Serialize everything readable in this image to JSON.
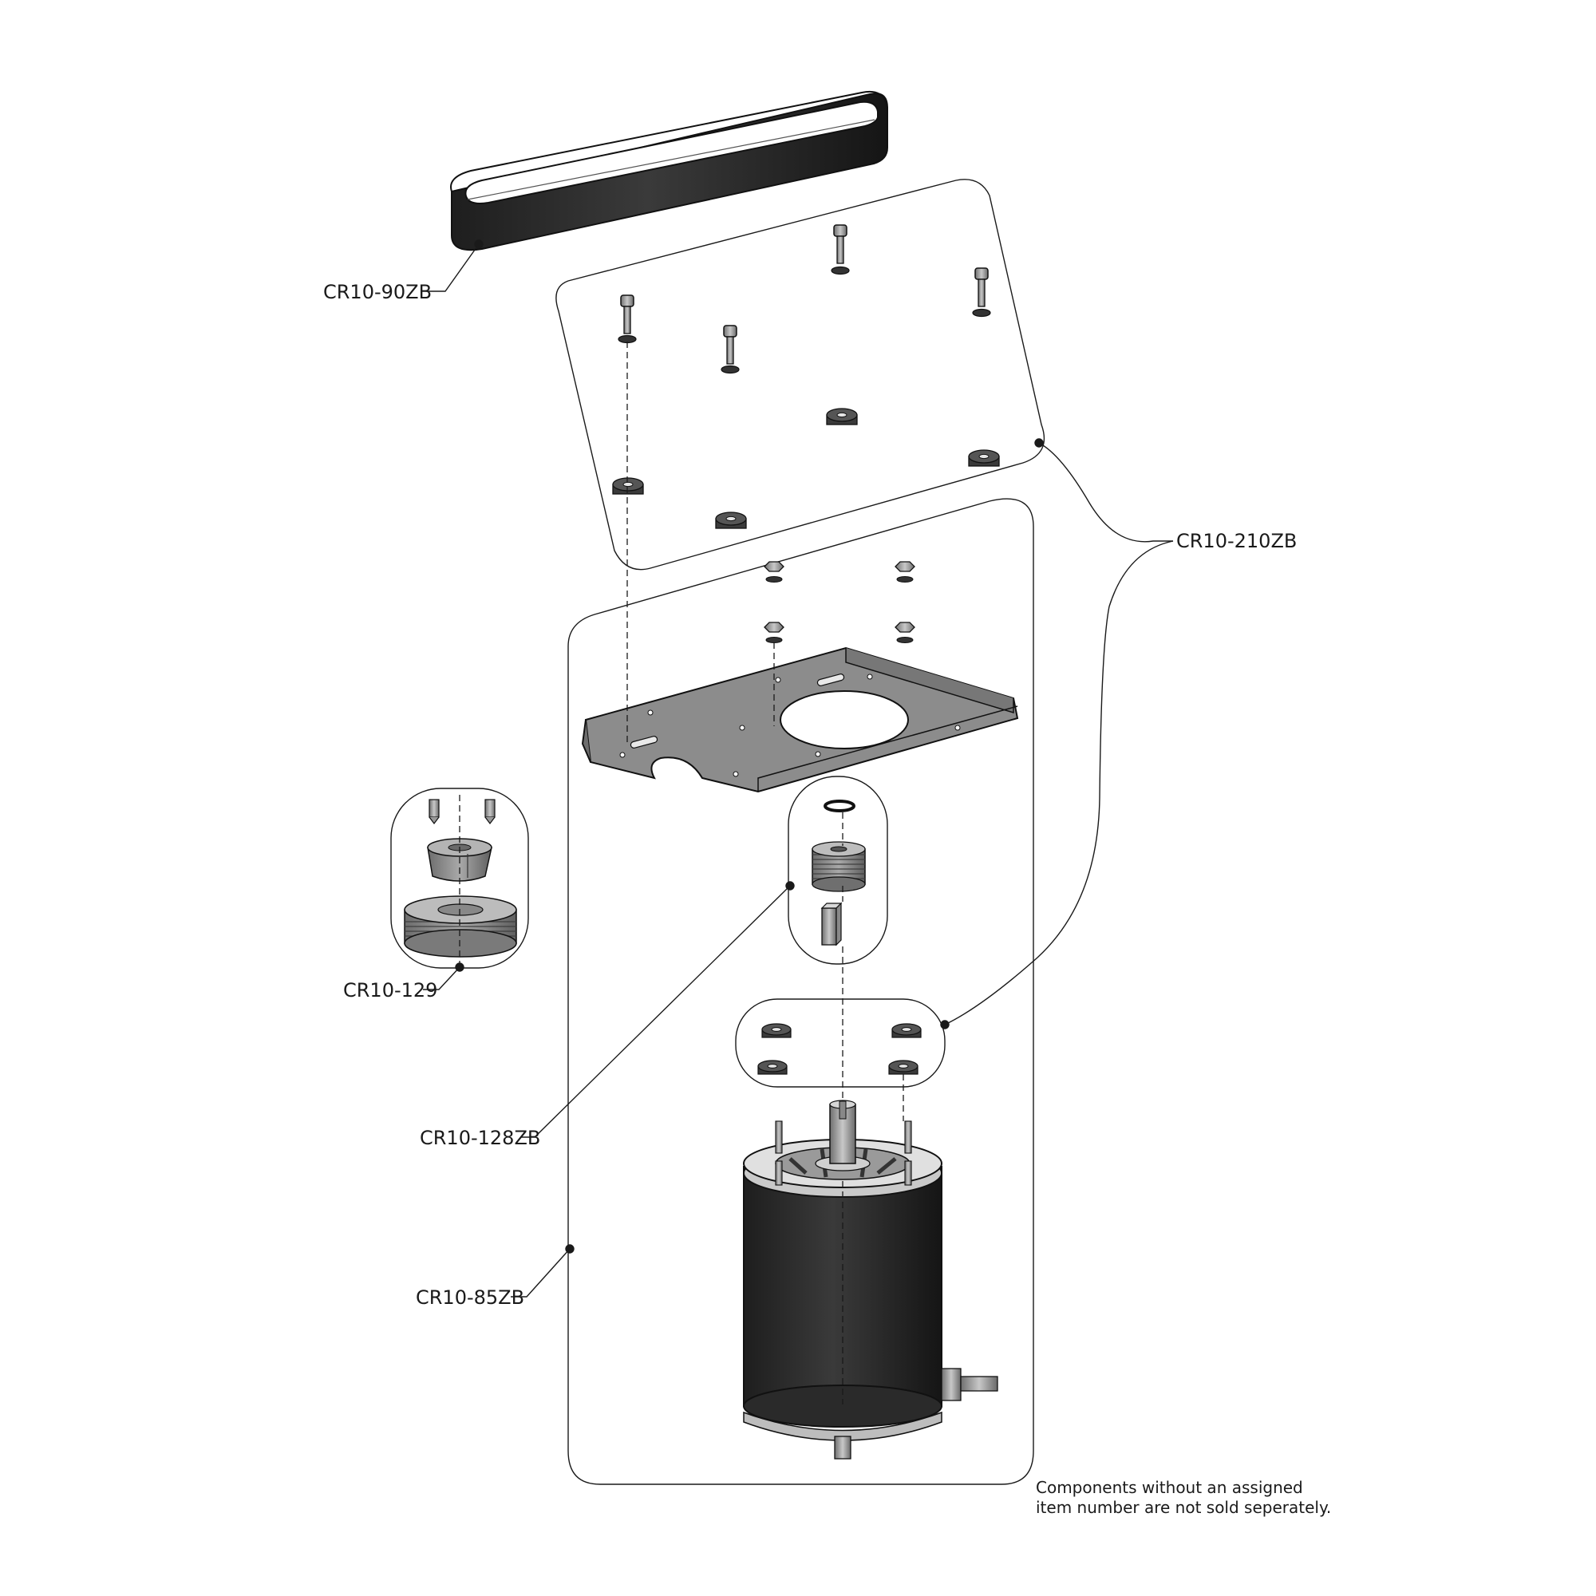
{
  "callouts": {
    "belt": "CR10-90ZB",
    "mount_kit": "CR10-210ZB",
    "bushing_pulley": "CR10-129",
    "motor_pulley": "CR10-128ZB",
    "motor_assembly": "CR10-85ZB"
  },
  "footnote": {
    "line1": "Components without an assigned",
    "line2": "item number are not sold seperately."
  },
  "colors": {
    "outline": "#1a1a1a",
    "part_dark": "#2b2b2b",
    "part_mid": "#7d7d7d",
    "part_light": "#bdbdbd",
    "plate": "#8a8a8a"
  }
}
